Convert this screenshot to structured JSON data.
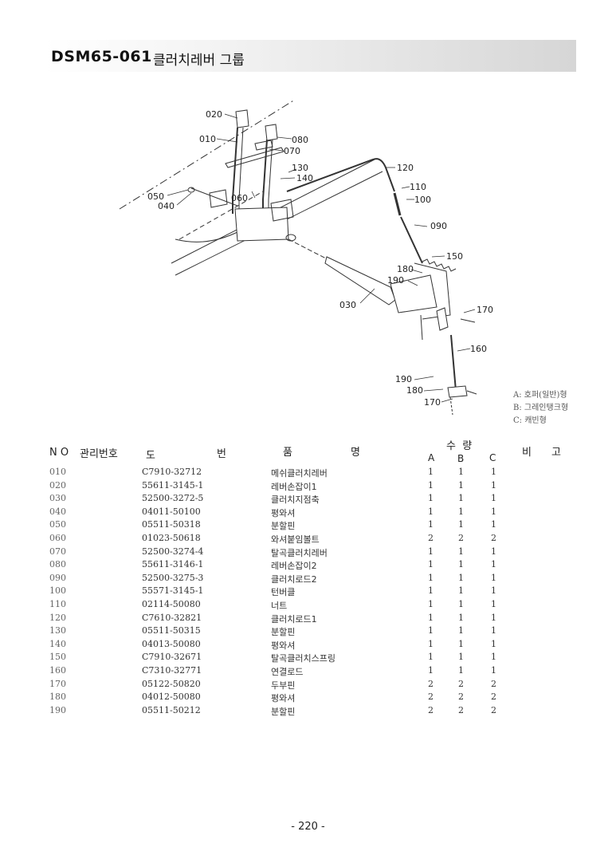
{
  "header": {
    "code": "DSM65-061",
    "title": "클러치레버 그룹"
  },
  "diagram": {
    "callouts": [
      {
        "id": "020",
        "label": "020"
      },
      {
        "id": "010",
        "label": "010"
      },
      {
        "id": "080",
        "label": "080"
      },
      {
        "id": "070",
        "label": "070"
      },
      {
        "id": "130",
        "label": "130"
      },
      {
        "id": "140",
        "label": "140"
      },
      {
        "id": "060",
        "label": "060"
      },
      {
        "id": "050",
        "label": "050"
      },
      {
        "id": "040",
        "label": "040"
      },
      {
        "id": "120",
        "label": "120"
      },
      {
        "id": "110",
        "label": "110"
      },
      {
        "id": "100",
        "label": "100"
      },
      {
        "id": "090",
        "label": "090"
      },
      {
        "id": "150",
        "label": "150"
      },
      {
        "id": "180a",
        "label": "180"
      },
      {
        "id": "190a",
        "label": "190"
      },
      {
        "id": "030",
        "label": "030"
      },
      {
        "id": "170a",
        "label": "170"
      },
      {
        "id": "160",
        "label": "160"
      },
      {
        "id": "190b",
        "label": "190"
      },
      {
        "id": "180b",
        "label": "180"
      },
      {
        "id": "170b",
        "label": "170"
      }
    ],
    "legend": [
      "A: 호퍼(일반)형",
      "B: 그레인탱크형",
      "C: 캐빈형"
    ]
  },
  "table": {
    "headers": {
      "no": "N O",
      "mgmt": "관리번호",
      "drawing_1": "도",
      "drawing_2": "번",
      "name_1": "품",
      "name_2": "명",
      "qty": "수  량",
      "qty_a": "A",
      "qty_b": "B",
      "qty_c": "C",
      "remark_1": "비",
      "remark_2": "고"
    },
    "rows": [
      {
        "no": "010",
        "part": "C7910-32712",
        "name": "메쉬클러치레버",
        "a": "1",
        "b": "1",
        "c": "1"
      },
      {
        "no": "020",
        "part": "55611-3145-1",
        "name": "레버손잡이1",
        "a": "1",
        "b": "1",
        "c": "1"
      },
      {
        "no": "030",
        "part": "52500-3272-5",
        "name": "클러치지점축",
        "a": "1",
        "b": "1",
        "c": "1"
      },
      {
        "no": "040",
        "part": "04011-50100",
        "name": "평와셔",
        "a": "1",
        "b": "1",
        "c": "1"
      },
      {
        "no": "050",
        "part": "05511-50318",
        "name": "분할핀",
        "a": "1",
        "b": "1",
        "c": "1"
      },
      {
        "no": "060",
        "part": "01023-50618",
        "name": "와셔붙임볼트",
        "a": "2",
        "b": "2",
        "c": "2"
      },
      {
        "no": "070",
        "part": "52500-3274-4",
        "name": "탈곡클러치레버",
        "a": "1",
        "b": "1",
        "c": "1"
      },
      {
        "no": "080",
        "part": "55611-3146-1",
        "name": "레버손잡이2",
        "a": "1",
        "b": "1",
        "c": "1"
      },
      {
        "no": "090",
        "part": "52500-3275-3",
        "name": "클러치로드2",
        "a": "1",
        "b": "1",
        "c": "1"
      },
      {
        "no": "100",
        "part": "55571-3145-1",
        "name": "턴버클",
        "a": "1",
        "b": "1",
        "c": "1"
      },
      {
        "no": "110",
        "part": "02114-50080",
        "name": "너트",
        "a": "1",
        "b": "1",
        "c": "1"
      },
      {
        "no": "120",
        "part": "C7610-32821",
        "name": "클러치로드1",
        "a": "1",
        "b": "1",
        "c": "1"
      },
      {
        "no": "130",
        "part": "05511-50315",
        "name": "분할핀",
        "a": "1",
        "b": "1",
        "c": "1"
      },
      {
        "no": "140",
        "part": "04013-50080",
        "name": "평와셔",
        "a": "1",
        "b": "1",
        "c": "1"
      },
      {
        "no": "150",
        "part": "C7910-32671",
        "name": "탈곡클러치스프링",
        "a": "1",
        "b": "1",
        "c": "1"
      },
      {
        "no": "160",
        "part": "C7310-32771",
        "name": "연결로드",
        "a": "1",
        "b": "1",
        "c": "1"
      },
      {
        "no": "170",
        "part": "05122-50820",
        "name": "두부핀",
        "a": "2",
        "b": "2",
        "c": "2"
      },
      {
        "no": "180",
        "part": "04012-50080",
        "name": "평와셔",
        "a": "2",
        "b": "2",
        "c": "2"
      },
      {
        "no": "190",
        "part": "05511-50212",
        "name": "분할핀",
        "a": "2",
        "b": "2",
        "c": "2"
      }
    ]
  },
  "footer": {
    "page_number": "- 220 -"
  }
}
